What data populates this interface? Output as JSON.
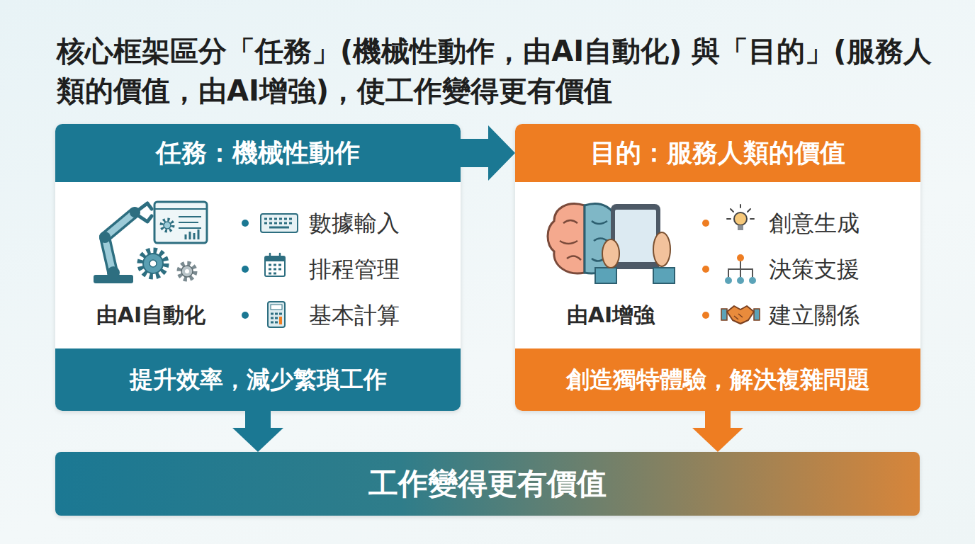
{
  "diagram": {
    "title": "核心框架區分「任務」(機械性動作，由AI自動化) 與「目的」(服務人類的價值，由AI增強)，使工作變得更有價值",
    "nodes": [
      {
        "text": [
          "數據輸入",
          "排程管理",
          "基本計算",
          "由AI自動化"
        ]
      },
      {
        "text": [
          "任務：機械性動作"
        ],
        "in": 0
      },
      {
        "text": [
          "提升效率，減少繁瑣工作"
        ],
        "in": 0
      },
      {
        "text": [
          "創意生成",
          "決策支援",
          "建立關係",
          "由AI增強"
        ]
      },
      {
        "text": [
          "目的：服務人類的價值"
        ],
        "in": 3
      },
      {
        "text": [
          "創造獨特體驗，解決複雜問題"
        ],
        "in": 3
      },
      {
        "text": [
          "工作變得更有價值"
        ]
      }
    ],
    "edges": [
      {
        "from": 1,
        "to": 4,
        "arrow": "to"
      },
      {
        "from": 2,
        "to": 6,
        "arrow": "to"
      },
      {
        "from": 5,
        "to": 6,
        "arrow": "to"
      }
    ]
  }
}
